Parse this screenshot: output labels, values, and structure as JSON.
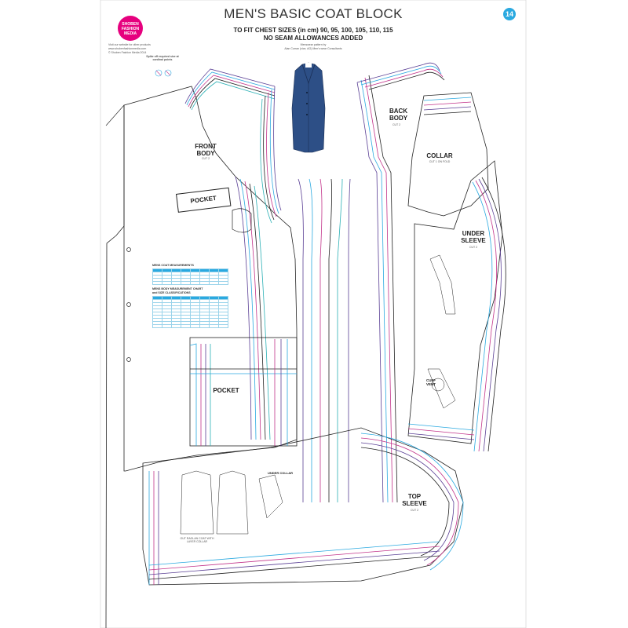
{
  "header": {
    "title": "MEN'S BASIC COAT BLOCK",
    "sizes_line": "TO FIT CHEST SIZES (in cm) 90, 95, 100, 105, 110, 115",
    "seam_line": "NO SEAM ALLOWANCES ADDED",
    "credit_line1": "Menswear pattern by",
    "credit_line2": "Alan Curran (vice, AG) Men's wear Consultants",
    "sheet_number": "14"
  },
  "logo": {
    "text": "SHOBEN FASHION MEDIA"
  },
  "left_notes": {
    "visit": "Visit our website for other products",
    "url": "www.shobenfashionmedia.com",
    "copyright": "© Shoben Fashion Media 2014",
    "spike_note": "Spike off required size at cardinal points"
  },
  "pieces": {
    "front_body": {
      "label": "FRONT BODY",
      "cut": "CUT 2"
    },
    "pocket_top": {
      "label": "POCKET"
    },
    "pocket_lower": {
      "label": "POCKET"
    },
    "back_body": {
      "label": "BACK BODY",
      "cut": "CUT 2"
    },
    "collar": {
      "label": "COLLAR",
      "cut": "CUT 1 ON FOLD"
    },
    "under_sleeve": {
      "label": "UNDER SLEEVE",
      "cut": "CUT 2"
    },
    "top_sleeve": {
      "label": "TOP SLEEVE",
      "cut": "CUT 2"
    },
    "cuff_vent": {
      "label": "CUFF VENT"
    },
    "under_collar": {
      "label": "UNDER COLLAR"
    }
  },
  "tables": {
    "coat_title": "MENS COAT MEASUREMENTS",
    "body_title_1": "MENS BODY MEASUREMENT CHART",
    "body_title_2": "and SIZE CLASSIFICATIONS"
  },
  "captions": {
    "illustration": "OUT RAGLAN COAT WITH LAYER COLLAR"
  },
  "colors": {
    "blue": "#2aa9e0",
    "magenta": "#c2338a",
    "purple": "#5a3f95",
    "teal": "#2bb0b5",
    "black": "#222222",
    "coat": "#2d4f86"
  },
  "icons": [
    "logo-badge",
    "scissors-icon",
    "coat-illustration"
  ]
}
